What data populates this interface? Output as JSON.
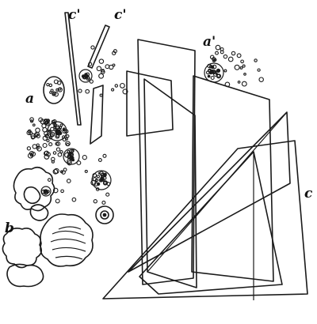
{
  "figure": {
    "labels": {
      "c_prime_1": "c'",
      "c_prime_2": "c'",
      "a_prime": "a'",
      "a": "a",
      "b": "b",
      "c": "c"
    }
  }
}
